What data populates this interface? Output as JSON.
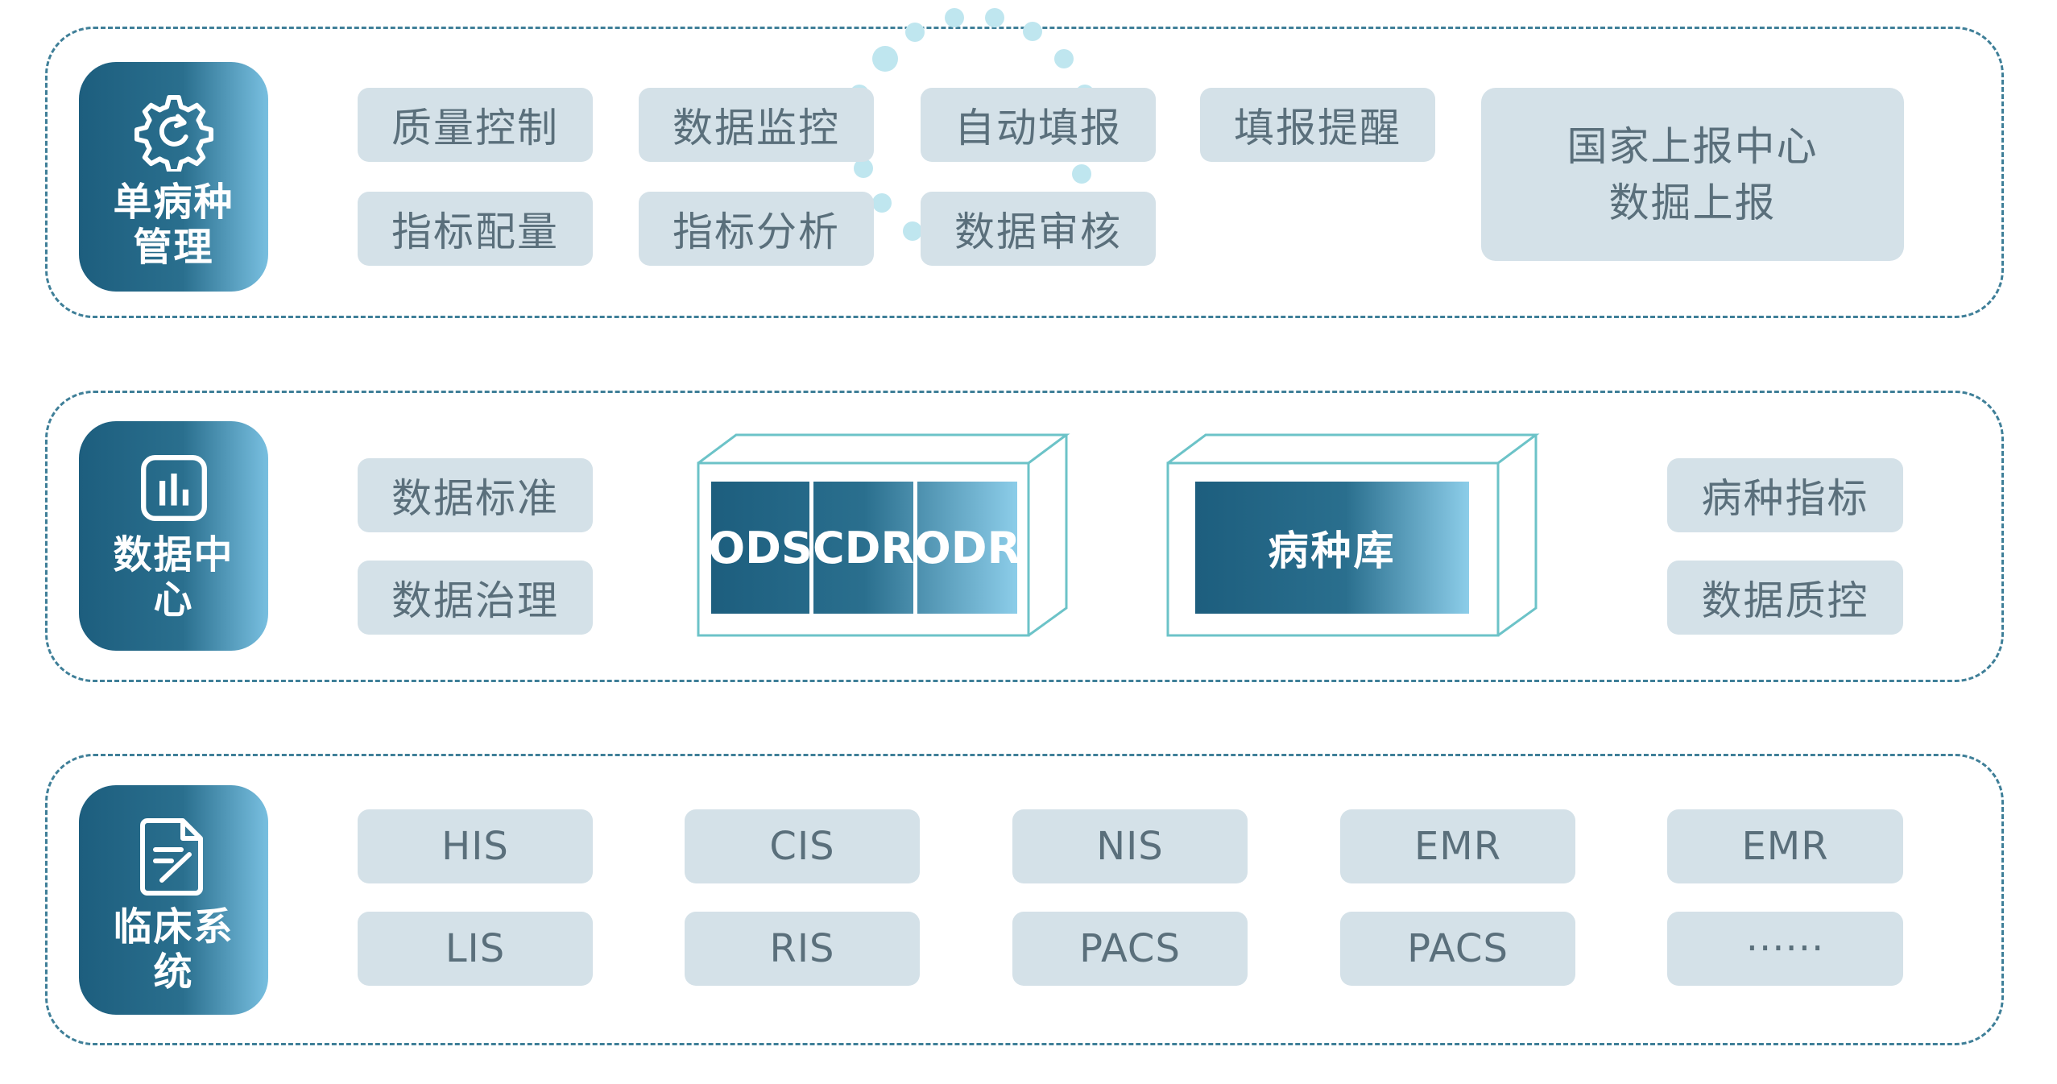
{
  "layers": {
    "top": {
      "badge_title": "单病种管理",
      "icon": "gear-icon",
      "items": [
        "质量控制",
        "数据监控",
        "自动填报",
        "填报提醒",
        "指标配量",
        "指标分析",
        "数据审核"
      ],
      "report_box": {
        "line1": "国家上报中心",
        "line2": "数掘上报"
      }
    },
    "middle": {
      "badge_title": "数据中心",
      "icon": "bar-chart-icon",
      "left_items": [
        "数据标准",
        "数据治理"
      ],
      "warehouse_cells": [
        "ODS",
        "CDR",
        "ODR"
      ],
      "disease_db": "病种库",
      "right_items": [
        "病种指标",
        "数据质控"
      ]
    },
    "bottom": {
      "badge_title": "临床系统",
      "icon": "document-edit-icon",
      "items": [
        "HIS",
        "CIS",
        "NIS",
        "EMR",
        "EMR",
        "LIS",
        "RIS",
        "PACS",
        "PACS",
        "······"
      ]
    }
  },
  "colors": {
    "badge_dark": "#1d5e7e",
    "badge_light": "#78bfe0",
    "pill_bg": "#d4e1e8",
    "pill_text": "#5a6f7b",
    "border": "#3f7f98",
    "box_outline": "#6cc3c8",
    "dots": "#bfe6ef"
  }
}
